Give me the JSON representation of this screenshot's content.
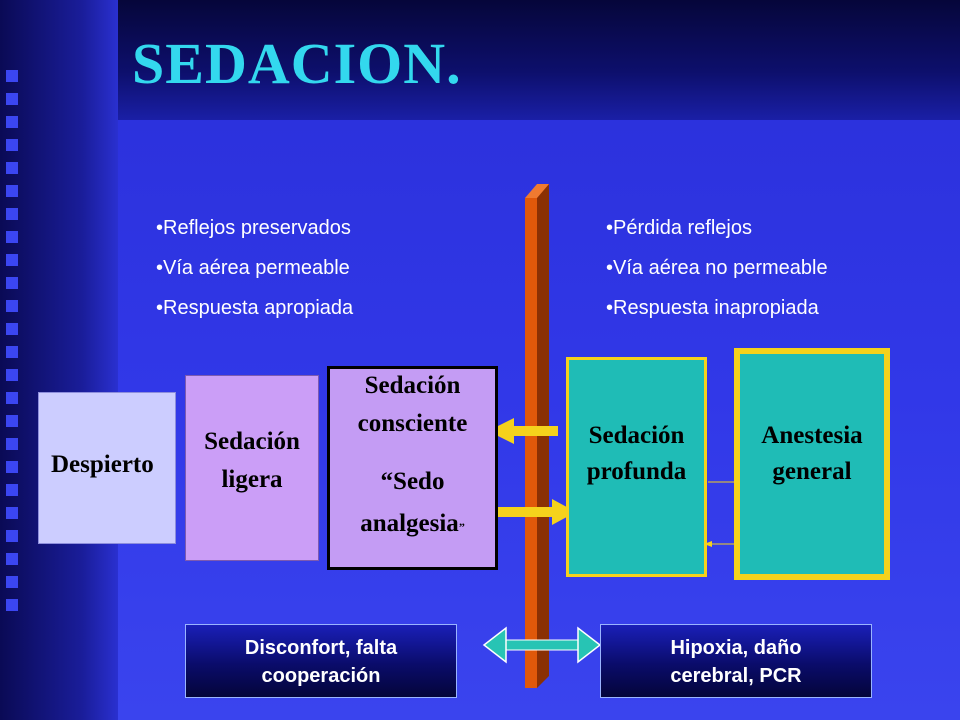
{
  "slide": {
    "title": "SEDACION."
  },
  "left_bullets": [
    "Reflejos preservados",
    "Vía aérea permeable",
    "Respuesta apropiada"
  ],
  "right_bullets": [
    "Pérdida reflejos",
    "Vía aérea  no permeable",
    "Respuesta inapropiada"
  ],
  "stages": {
    "despierto": "Despierto",
    "ligera": [
      "Sedación",
      "ligera"
    ],
    "consciente": [
      "Sedación",
      "consciente",
      "“Sedo",
      "analgesia",
      "”"
    ],
    "profunda": [
      "Sedación",
      "profunda"
    ],
    "general": [
      "Anestesia",
      "general"
    ]
  },
  "bottom": {
    "left": [
      "Disconfort, falta",
      "cooperación"
    ],
    "right": [
      "Hipoxia, daño",
      "cerebral, PCR"
    ]
  },
  "colors": {
    "background": "#3138e8",
    "title": "#33d8ee",
    "bar": "#e0580a",
    "arrow": "#f5d21c",
    "double_arrow": "#27c4b4"
  }
}
